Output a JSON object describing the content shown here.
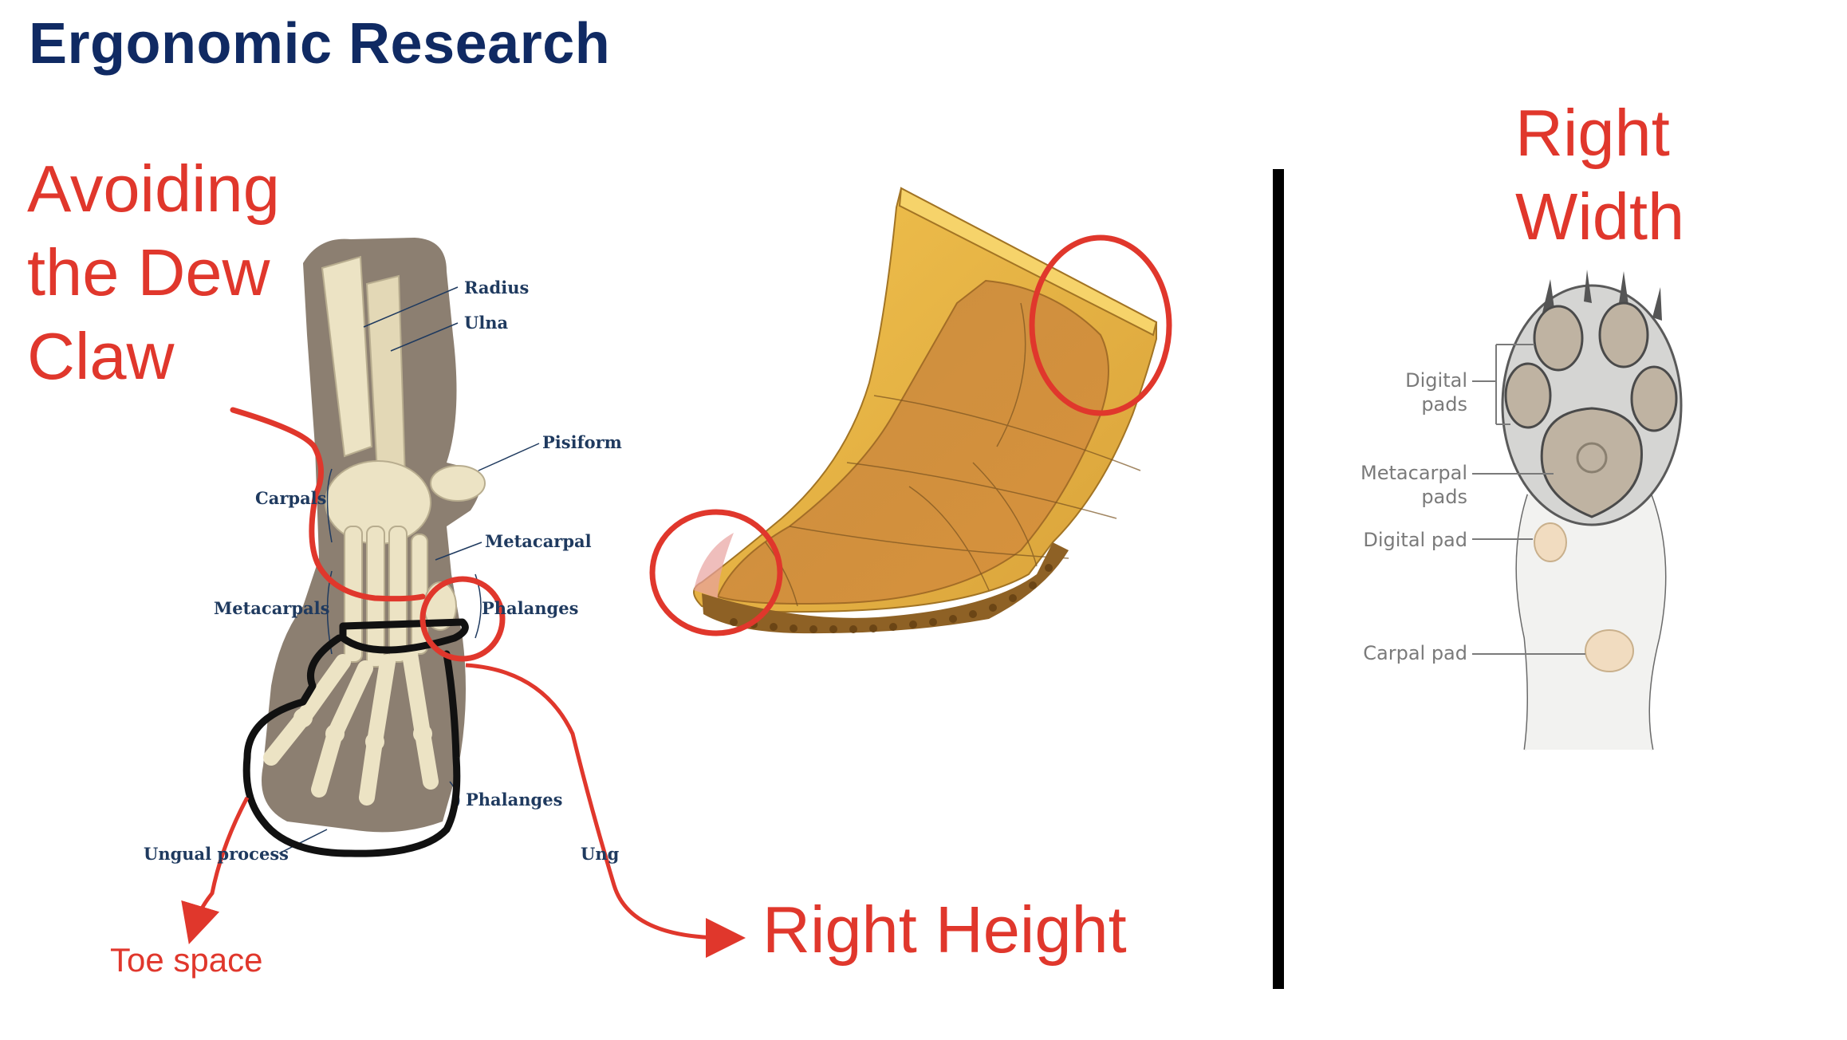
{
  "slide": {
    "title": "Ergonomic Research",
    "annotations": {
      "dew_claw": "Avoiding the Dew Claw",
      "right_width": "Right Width",
      "right_height": "Right Height",
      "toe_space": "Toe space"
    }
  },
  "anatomy_labels": {
    "radius": "Radius",
    "ulna": "Ulna",
    "pisiform": "Pisiform",
    "carpals": "Carpals",
    "metacarpal": "Metacarpal",
    "metacarpals": "Metacarpals",
    "phalanges_upper": "Phalanges",
    "phalanges_lower": "Phalanges",
    "ungual_process": "Ungual process",
    "ungual_cut": "Ung"
  },
  "paw_labels": {
    "digital_pads": "Digital pads",
    "metacarpal_pads": "Metacarpal pads",
    "digital_pad": "Digital pad",
    "carpal_pad": "Carpal pad"
  },
  "colors": {
    "title": "#102a63",
    "annotation_red": "#e0372c",
    "bootie_yellow": "#e8b640",
    "bootie_orange": "#d58f3c",
    "bone": "#ece3c4",
    "silhouette": "#8c7f71"
  }
}
